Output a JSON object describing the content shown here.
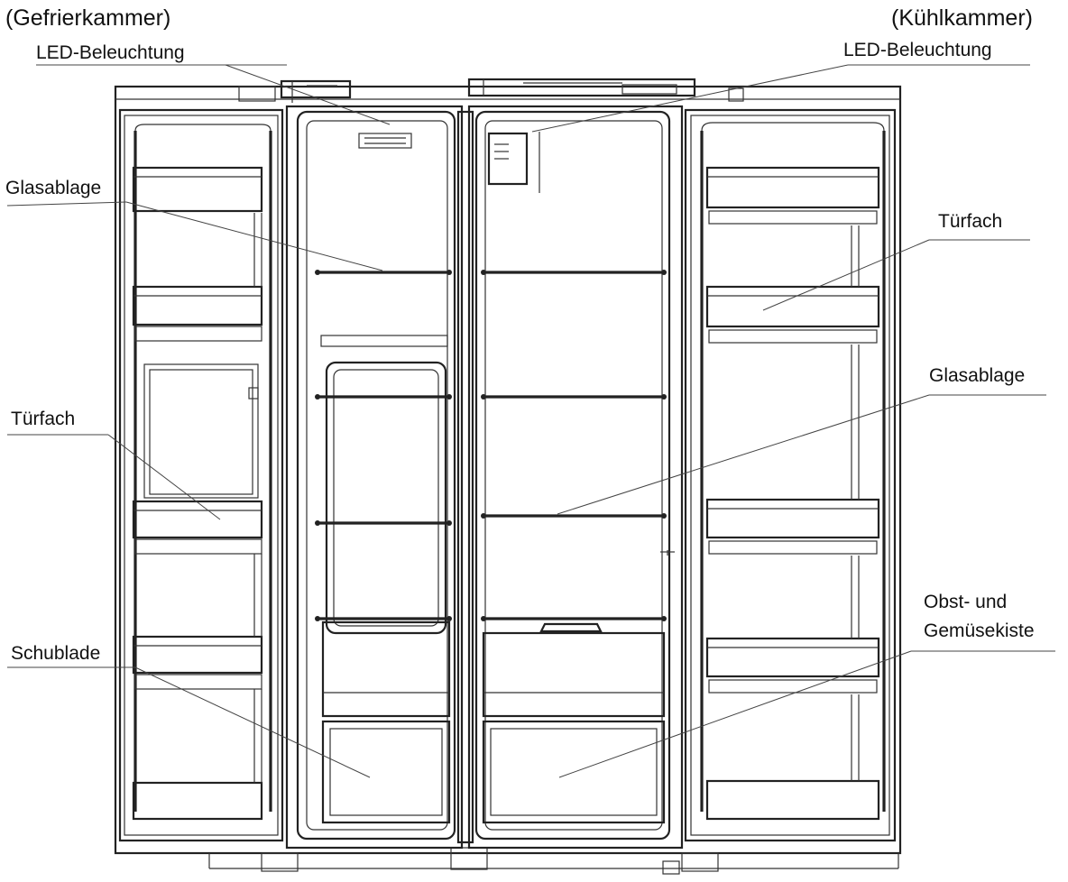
{
  "headers": {
    "freezer": "(Gefrierkammer)",
    "fridge": "(Kühlkammer)"
  },
  "labels": {
    "led_left": "LED-Beleuchtung",
    "led_right": "LED-Beleuchtung",
    "glass_shelf_left": "Glasablage",
    "glass_shelf_right": "Glasablage",
    "door_bin_left": "Türfach",
    "door_bin_right": "Türfach",
    "drawer": "Schublade",
    "crisper_line1": "Obst- und",
    "crisper_line2": "Gemüsekiste"
  }
}
